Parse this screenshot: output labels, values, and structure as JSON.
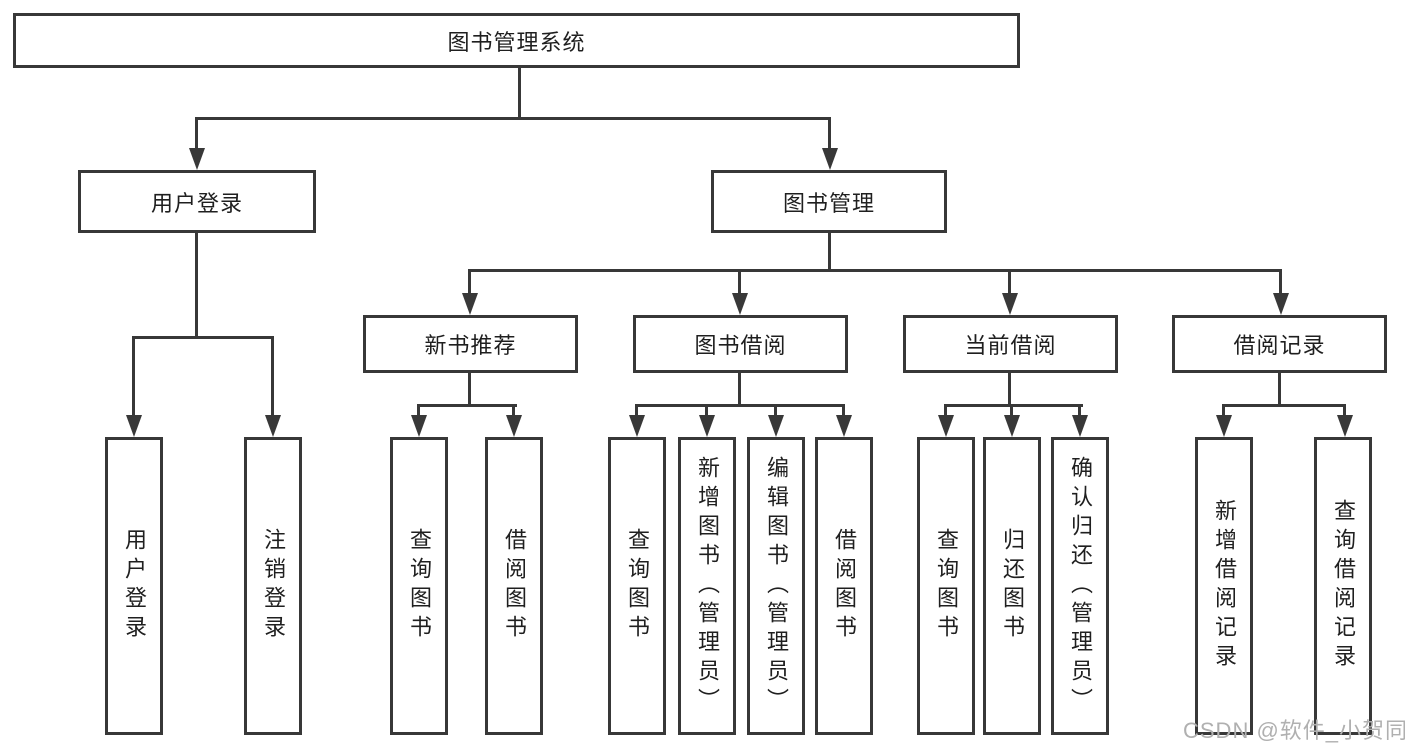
{
  "tree": {
    "root": {
      "label": "图书管理系统",
      "children": [
        {
          "label": "用户登录",
          "children": [
            {
              "label": "用户登录"
            },
            {
              "label": "注销登录"
            }
          ]
        },
        {
          "label": "图书管理",
          "children": [
            {
              "label": "新书推荐",
              "children": [
                {
                  "label": "查询图书"
                },
                {
                  "label": "借阅图书"
                }
              ]
            },
            {
              "label": "图书借阅",
              "children": [
                {
                  "label": "查询图书"
                },
                {
                  "label": "新增图书（管理员）"
                },
                {
                  "label": "编辑图书（管理员）"
                },
                {
                  "label": "借阅图书"
                }
              ]
            },
            {
              "label": "当前借阅",
              "children": [
                {
                  "label": "查询图书"
                },
                {
                  "label": "归还图书"
                },
                {
                  "label": "确认归还（管理员）"
                }
              ]
            },
            {
              "label": "借阅记录",
              "children": [
                {
                  "label": "新增借阅记录"
                },
                {
                  "label": "查询借阅记录"
                }
              ]
            }
          ]
        }
      ]
    }
  },
  "watermark": {
    "text": "CSDN @软件_小贺同学"
  },
  "colors": {
    "line": "#383838",
    "text": "#1f1f1f",
    "watermark": "#b0b0b0",
    "background": "#ffffff"
  }
}
